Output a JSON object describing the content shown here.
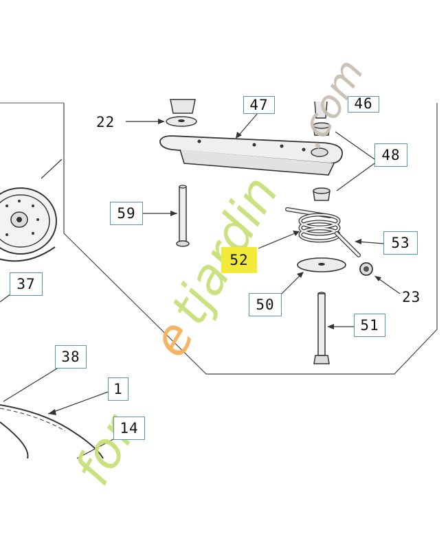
{
  "labels": {
    "l22": "22",
    "l47": "47",
    "l46": "46",
    "l48": "48",
    "l59": "59",
    "l52": "52",
    "l53": "53",
    "l23": "23",
    "l50": "50",
    "l51": "51",
    "l37": "37",
    "l38": "38",
    "l1": "1",
    "l14": "14"
  },
  "highlighted_part": "52",
  "watermark": "foretjardin.com",
  "colors": {
    "callout_border": "#5a95b0",
    "highlight": "#f2ea3a",
    "line": "#333333",
    "watermark_green": "#c8e07a",
    "watermark_orange": "#f5b25c",
    "watermark_grey": "#c9beb0"
  }
}
